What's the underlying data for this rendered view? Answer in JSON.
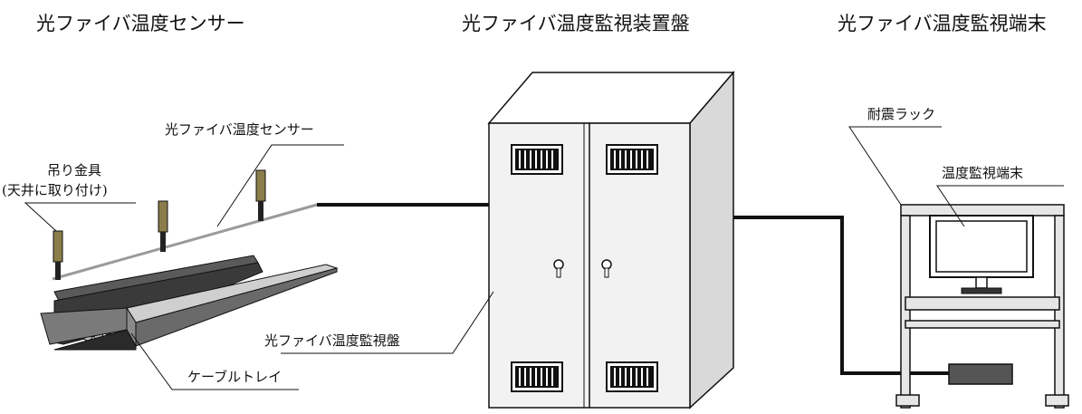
{
  "headings": {
    "sensor": "光ファイバ温度センサー",
    "cabinet": "光ファイバ温度監視装置盤",
    "terminal": "光ファイバ温度監視端末"
  },
  "labels": {
    "sensor_line": "光ファイバ温度センサー",
    "hanger_line1": "吊り金具",
    "hanger_line2": "(天井に取り付け)",
    "cable_tray": "ケーブルトレイ",
    "monitor_panel": "光ファイバ温度監視盤",
    "seismic_rack": "耐震ラック",
    "monitor_terminal": "温度監視端末"
  },
  "colors": {
    "line": "#111111",
    "cabinet_face": "#f2f2f2",
    "cabinet_side": "#d9d9d9",
    "tray_dark": "#3a3a3a",
    "tray_mid": "#8a8a8a",
    "tray_light": "#cfcfcf",
    "hanger": "#8b7d4a",
    "sensor_cable": "#9a9a9a"
  }
}
